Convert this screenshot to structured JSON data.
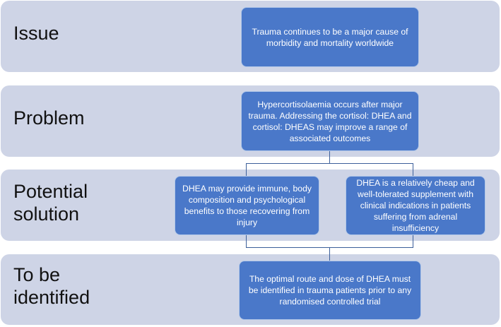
{
  "rows": [
    {
      "label": "Issue"
    },
    {
      "label": "Problem"
    },
    {
      "label": "Potential\nsolution"
    },
    {
      "label": "To be\nidentified"
    }
  ],
  "boxes": {
    "issue": "Trauma continues to be a major cause of morbidity and mortality worldwide",
    "problem": "Hypercortisolaemia occurs after major trauma. Addressing the cortisol: DHEA and cortisol: DHEAS may improve a range of associated outcomes",
    "solution_left": "DHEA may provide immune, body composition and psychological benefits to those recovering from injury",
    "solution_right": "DHEA is a relatively cheap and well-tolerated supplement with clinical indications in patients suffering from adrenal insufficiency",
    "identified": "The optimal route and dose of DHEA must be identified in trauma patients prior to any randomised controlled trial"
  },
  "colors": {
    "band": "#ced4e6",
    "box": "#4a78c9",
    "connector": "#3c5f9a"
  }
}
